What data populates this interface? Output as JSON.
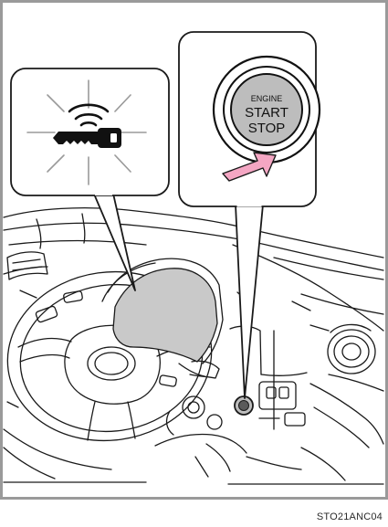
{
  "start_button": {
    "line1": "ENGINE",
    "line2": "START",
    "line3": "STOP"
  },
  "figure_code": "STO21ANC04",
  "colors": {
    "frame": "#999999",
    "line": "#1a1a1a",
    "cluster_fill": "#c9c9c9",
    "button_fill": "#bdbdbd",
    "arrow_fill": "#f4a6c3"
  },
  "icons": {
    "key": "key-icon",
    "wireless_signal": "wireless-signal-icon",
    "press_arrow": "pink-press-arrow"
  }
}
